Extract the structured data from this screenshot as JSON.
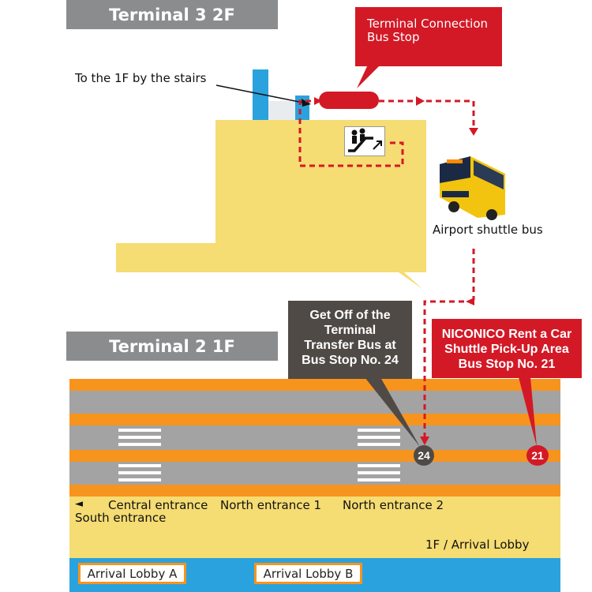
{
  "terminal3": {
    "header": "Terminal 3 2F",
    "stairs_label": "To the 1F by the stairs",
    "bus_stop_callout": "Terminal Connection\nBus Stop",
    "escalator_icon": "escalator-up-icon",
    "shuttle_label": "Airport shuttle bus"
  },
  "terminal2": {
    "header": "Terminal 2 1F",
    "callout_stop24": "Get Off of the\nTerminal\nTransfer Bus at\nBus Stop No. 24",
    "callout_stop21": "NICONICO Rent a Car\nShuttle Pick-Up Area\nBus Stop No. 21",
    "stop24": "24",
    "stop21": "21",
    "arrow_left": "◄",
    "central_entrance": "Central entrance",
    "south_entrance": "South entrance",
    "north_entrance_1": "North entrance 1",
    "north_entrance_2": "North entrance 2",
    "arrival_lobby_label": "1F / Arrival Lobby",
    "lobby_a": "Arrival Lobby A",
    "lobby_b": "Arrival Lobby B"
  },
  "colors": {
    "route_red": "#d31926",
    "road_orange": "#f7941d",
    "road_gray": "#a3a3a3",
    "building_yellow": "#f5dc73",
    "lobby_blue": "#2aa2dd",
    "header_gray": "#8b8c8e"
  }
}
